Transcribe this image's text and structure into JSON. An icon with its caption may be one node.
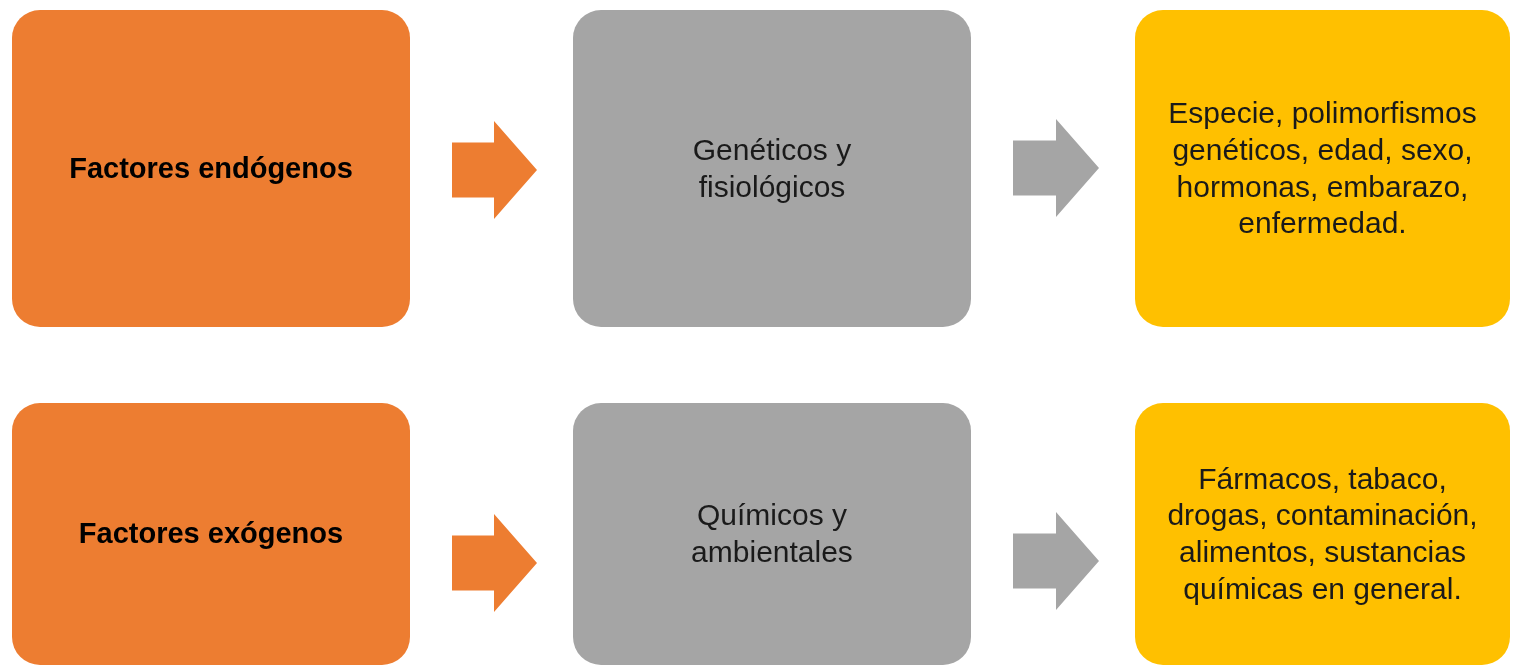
{
  "diagram": {
    "nodes": [
      {
        "text": [
          "Factores endógenos"
        ]
      },
      {
        "text": [
          "Genéticos y fisiológicos"
        ]
      },
      {
        "text": [
          "Especie, polimorfismos genéticos, edad, sexo, hormonas, embarazo, enfermedad."
        ]
      },
      {
        "text": [
          "Factores exógenos"
        ]
      },
      {
        "text": [
          "Químicos y ambientales"
        ]
      },
      {
        "text": [
          "Fármacos, tabaco, drogas, contaminación, alimentos, sustancias químicas en general."
        ]
      }
    ],
    "edges": [
      {
        "from": 0,
        "to": 1,
        "arrow": "to",
        "style": "thick",
        "color": "#ed7d31"
      },
      {
        "from": 1,
        "to": 2,
        "arrow": "to",
        "style": "thick",
        "color": "#a5a5a5"
      },
      {
        "from": 3,
        "to": 4,
        "arrow": "to",
        "style": "thick",
        "color": "#ed7d31"
      },
      {
        "from": 4,
        "to": 5,
        "arrow": "to",
        "style": "thick",
        "color": "#a5a5a5"
      }
    ]
  }
}
